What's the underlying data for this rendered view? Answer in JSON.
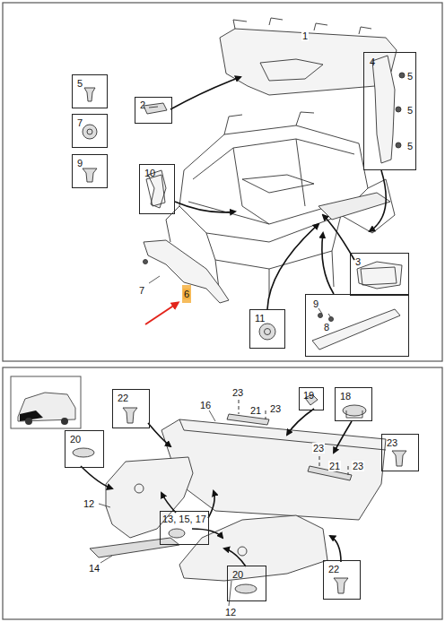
{
  "diagram": {
    "nodes": [
      {
        "text": [
          "4",
          "5",
          "5",
          "5"
        ]
      },
      {
        "text": [
          "5"
        ]
      },
      {
        "text": [
          "2"
        ]
      },
      {
        "text": [
          "7"
        ]
      },
      {
        "text": [
          "9"
        ]
      },
      {
        "text": [
          "10"
        ]
      },
      {
        "text": [
          "3"
        ]
      },
      {
        "text": [
          "9",
          "8"
        ]
      },
      {
        "text": [
          "11"
        ]
      },
      {
        "text": [
          "22"
        ]
      },
      {
        "text": [
          "19"
        ]
      },
      {
        "text": [
          "18"
        ]
      },
      {
        "text": [
          "20"
        ]
      },
      {
        "text": [
          "23"
        ]
      },
      {
        "text": [
          "13, 15, 17"
        ]
      },
      {
        "text": [
          "22"
        ]
      },
      {
        "text": [
          "20"
        ]
      }
    ],
    "labels": [
      "1",
      "7",
      "6",
      "16",
      "23",
      "21",
      "23",
      "23",
      "21",
      "23",
      "12",
      "14",
      "12"
    ]
  }
}
